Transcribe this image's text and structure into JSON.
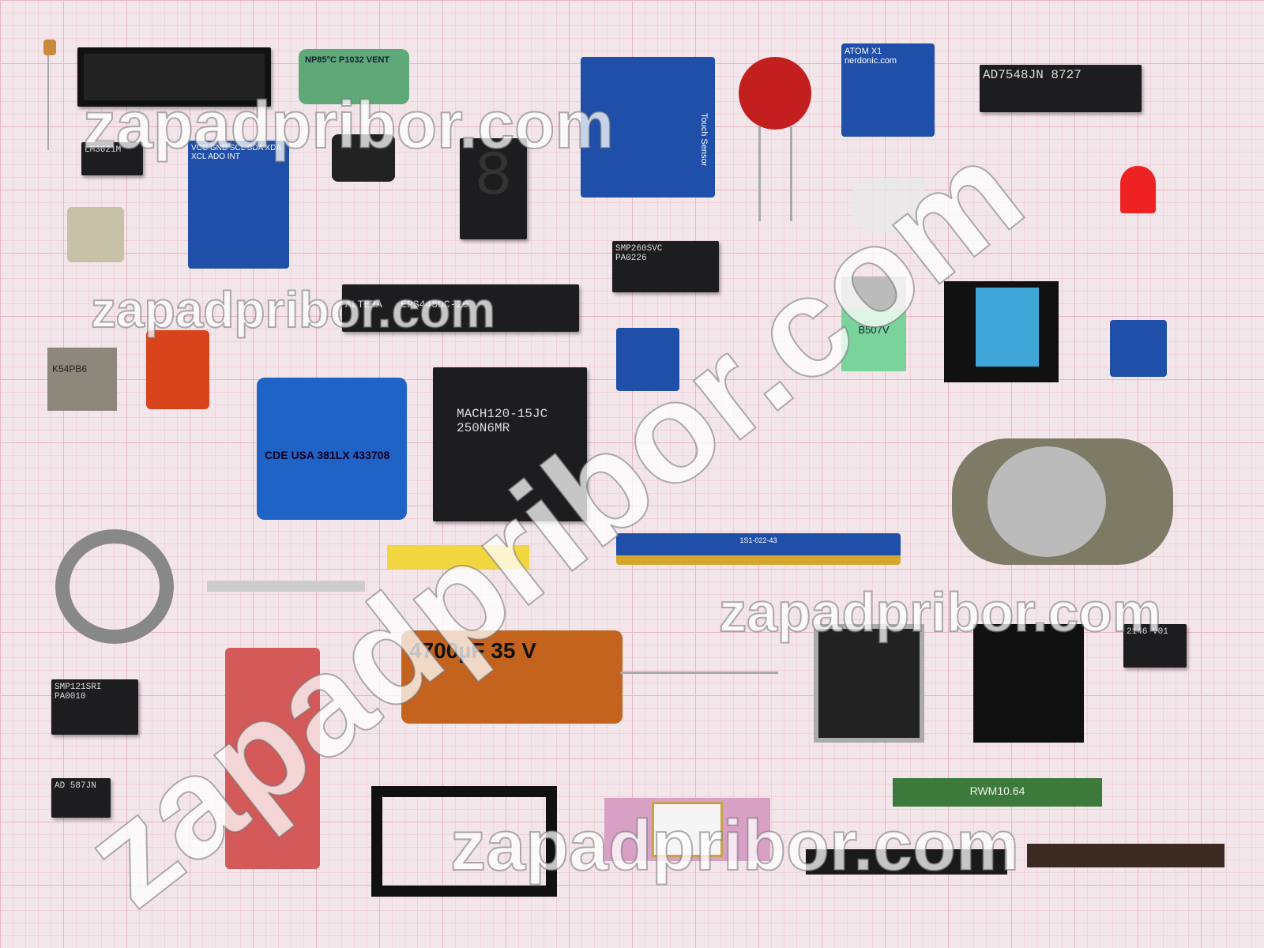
{
  "watermark": "zapadpribor.com",
  "labels": {
    "lm3621": "LM3621M",
    "ad7548": "AD7548JN",
    "ad7548b": "8727",
    "np85": "NP85°C P1032 VENT",
    "touch": "Touch Sensor",
    "nerdonic": "nerdonic.com",
    "atom": "ATOM X1",
    "eps": "EPS448DC-20",
    "altera": "ALTERA",
    "mach1": "MACH120-15JC",
    "mach2": "250N6MR",
    "smp260": "SMP260SVC",
    "pa0226": "PA0226",
    "b507": "B507V",
    "cde": "CDE USA 381LX 433708",
    "cap4700": "4700µF 35 V",
    "smp121": "SMP121SRI",
    "pa0010": "PA0010",
    "ad587": "AD 587JN",
    "v2146": "2146 V01",
    "rwm": "RWM10.64",
    "edge": "1S1-022-43",
    "k54": "K54РВ6",
    "mpu": "VCC GND SCL SDA XDA XCL ADO INT"
  },
  "colors": {
    "grid": "#e7b7c3",
    "paper": "#f3e6ea",
    "pcb_blue": "#1f4fa8"
  }
}
